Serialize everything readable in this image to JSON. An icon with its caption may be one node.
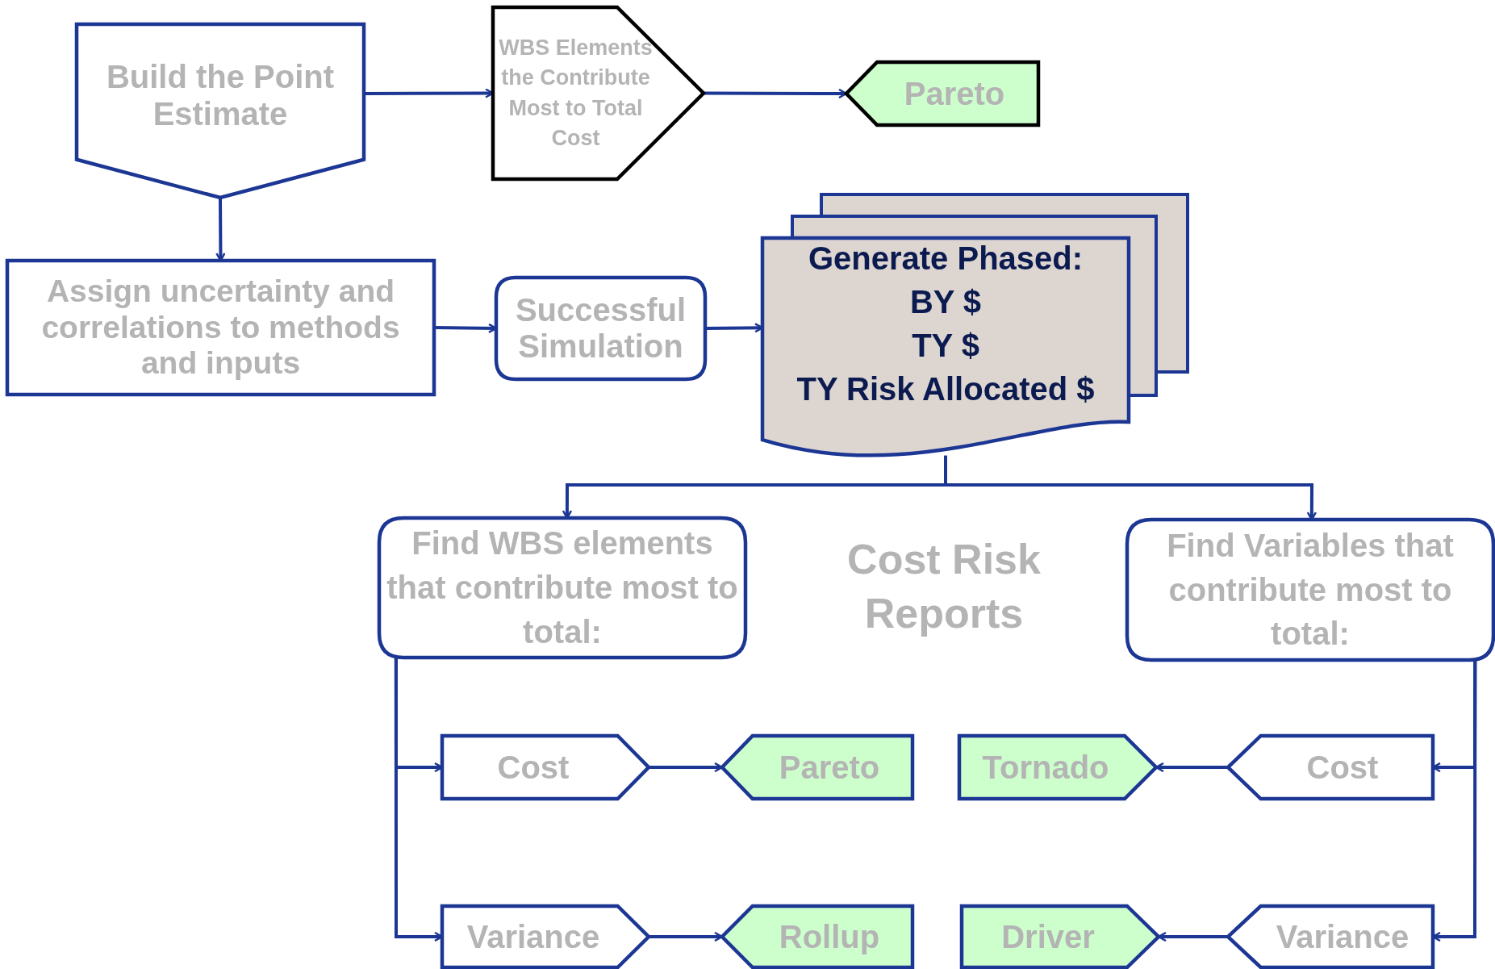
{
  "diagram": {
    "nodes": [
      {
        "text": [
          "Build the Point Estimate"
        ]
      },
      {
        "text": [
          "WBS Elements the Contribute Most to Total Cost"
        ]
      },
      {
        "text": [
          "Pareto"
        ]
      },
      {
        "text": [
          "Assign uncertainty and correlations to methods and inputs"
        ]
      },
      {
        "text": [
          "Successful Simulation"
        ]
      },
      {
        "text": [
          "Generate Phased:",
          "BY $",
          "TY $",
          "TY Risk Allocated $"
        ]
      },
      {
        "text": [
          "Find WBS elements that contribute most to total:"
        ]
      },
      {
        "text": [
          "Find Variables that contribute most to total:"
        ]
      },
      {
        "text": [
          "Cost"
        ]
      },
      {
        "text": [
          "Pareto"
        ]
      },
      {
        "text": [
          "Tornado"
        ]
      },
      {
        "text": [
          "Cost"
        ]
      },
      {
        "text": [
          "Variance"
        ]
      },
      {
        "text": [
          "Rollup"
        ]
      },
      {
        "text": [
          "Driver"
        ]
      },
      {
        "text": [
          "Variance"
        ]
      }
    ],
    "edges": [
      {
        "from": 0,
        "to": 1,
        "arrow": "to"
      },
      {
        "from": 1,
        "to": 2,
        "arrow": "to"
      },
      {
        "from": 0,
        "to": 3,
        "arrow": "to"
      },
      {
        "from": 3,
        "to": 4,
        "arrow": "to"
      },
      {
        "from": 4,
        "to": 5,
        "arrow": "to"
      },
      {
        "from": 5,
        "to": 6,
        "arrow": "to"
      },
      {
        "from": 5,
        "to": 7,
        "arrow": "to"
      },
      {
        "from": 6,
        "to": 8,
        "arrow": "to"
      },
      {
        "from": 6,
        "to": 12,
        "arrow": "to"
      },
      {
        "from": 8,
        "to": 9,
        "arrow": "to"
      },
      {
        "from": 12,
        "to": 13,
        "arrow": "to"
      },
      {
        "from": 7,
        "to": 11,
        "arrow": "to"
      },
      {
        "from": 7,
        "to": 15,
        "arrow": "to"
      },
      {
        "from": 11,
        "to": 10,
        "arrow": "to"
      },
      {
        "from": 15,
        "to": 14,
        "arrow": "to"
      }
    ],
    "labels": [
      "Cost Risk Reports"
    ]
  }
}
